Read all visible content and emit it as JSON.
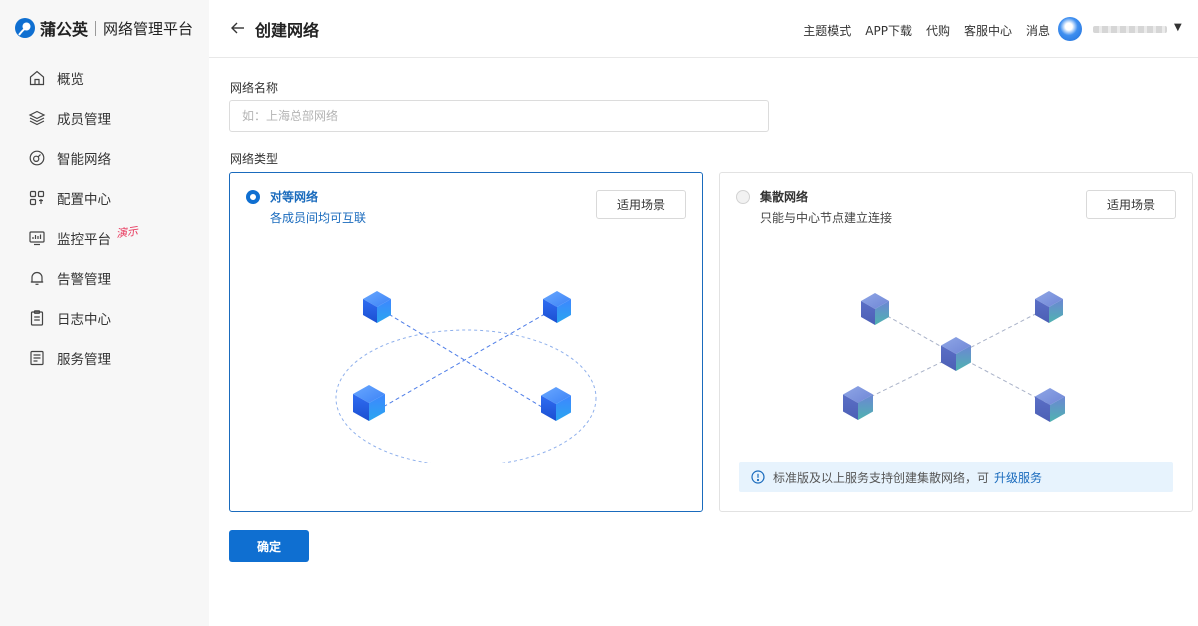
{
  "brand": {
    "name": "蒲公英",
    "subtitle": "网络管理平台",
    "logo_icon": "dandelion-logo-icon",
    "accent": "#0f6fd1"
  },
  "sidebar": {
    "items": [
      {
        "label": "概览",
        "icon": "home-icon"
      },
      {
        "label": "成员管理",
        "icon": "layers-icon"
      },
      {
        "label": "智能网络",
        "icon": "network-circle-icon"
      },
      {
        "label": "配置中心",
        "icon": "grid-icon"
      },
      {
        "label": "监控平台",
        "icon": "monitor-icon",
        "badge": "演示"
      },
      {
        "label": "告警管理",
        "icon": "bell-icon"
      },
      {
        "label": "日志中心",
        "icon": "clipboard-icon"
      },
      {
        "label": "服务管理",
        "icon": "document-list-icon"
      }
    ]
  },
  "header": {
    "title": "创建网络",
    "links": [
      "主题模式",
      "APP下载",
      "代购",
      "客服中心",
      "消息"
    ]
  },
  "form": {
    "name_label": "网络名称",
    "name_placeholder": "如：上海总部网络",
    "name_value": "",
    "type_label": "网络类型",
    "options": [
      {
        "title": "对等网络",
        "desc": "各成员间均可互联",
        "scene_button": "适用场景",
        "selected": true
      },
      {
        "title": "集散网络",
        "desc": "只能与中心节点建立连接",
        "scene_button": "适用场景",
        "selected": false,
        "notice": {
          "text": "标准版及以上服务支持创建集散网络，可",
          "link": "升级服务"
        }
      }
    ],
    "submit_label": "确定"
  },
  "colors": {
    "primary": "#0f6fd1",
    "selected_border": "#1a6bbd",
    "notice_bg": "#e7f3fd",
    "demo_badge": "#e8385d"
  }
}
